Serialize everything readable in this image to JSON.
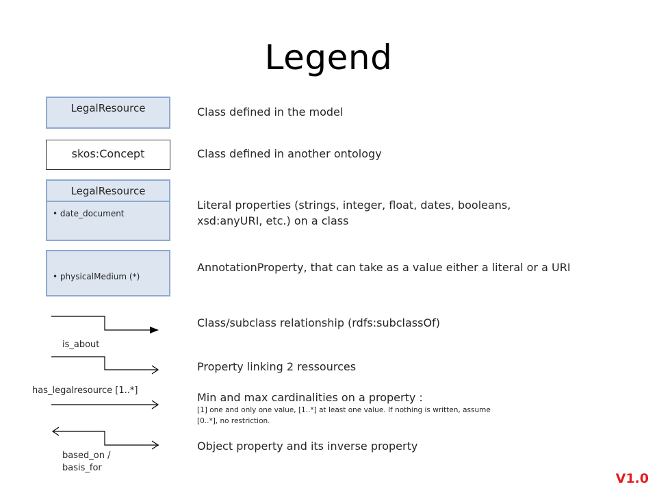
{
  "title": "Legend",
  "boxes": {
    "class_model": "LegalResource",
    "class_other": "skos:Concept",
    "class_literal_header": "LegalResource",
    "class_literal_item": "date_document",
    "annotation_item": "physicalMedium (*)"
  },
  "descriptions": {
    "class_model": "Class defined in the model",
    "class_other": "Class defined in another ontology",
    "literal_line1": "Literal properties (strings, integer, float, dates, booleans,",
    "literal_line2": "xsd:anyURI, etc.) on a class",
    "annotation": "AnnotationProperty, that can take as a value either a literal or a URI",
    "subclass": "Class/subclass relationship (rdfs:subclassOf)",
    "property": "Property linking 2 ressources",
    "cardinality": "Min and max cardinalities on a property :",
    "cardinality_note1": "[1] one and only one value, [1..*] at least one value. If nothing is written, assume",
    "cardinality_note2": "[0..*], no restriction.",
    "inverse": "Object property and its inverse property"
  },
  "arrow_labels": {
    "is_about": "is_about",
    "has_legalresource": "has_legalresource [1..*]",
    "based_on": "based_on /",
    "basis_for": "basis_for"
  },
  "version": "V1.0",
  "colors": {
    "box_fill": "#dde5f1",
    "box_border": "#8ea9cf",
    "version_red": "#e02020"
  }
}
